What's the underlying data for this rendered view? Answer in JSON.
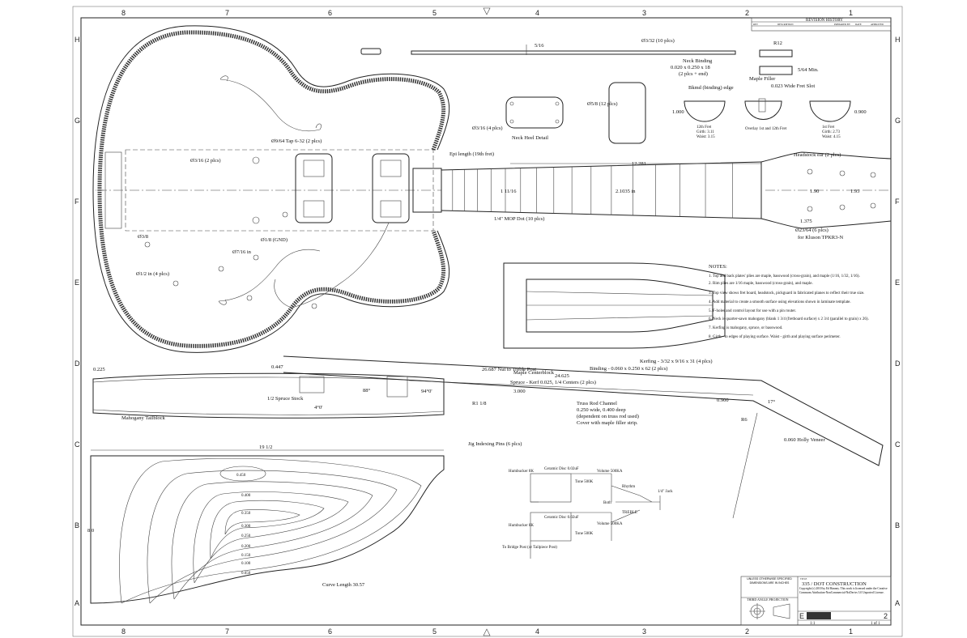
{
  "sheet": {
    "columns": [
      "8",
      "7",
      "6",
      "5",
      "4",
      "3",
      "2",
      "1"
    ],
    "rows": [
      "H",
      "G",
      "F",
      "E",
      "D",
      "C",
      "B",
      "A"
    ]
  },
  "revision": {
    "title": "REVISION HISTORY",
    "headers": [
      "REV",
      "DESCRIPTION",
      "PREPARED BY",
      "DATE",
      "APPROVED"
    ]
  },
  "labels": {
    "dim_5_16": "5/16",
    "dia_3_32": "Ø3/32 (10 plcs)",
    "neck_binding": "Neck Binding",
    "neck_binding_size": "0.020 x 0.250 x 18",
    "neck_binding_qty": "(2 plcs + end)",
    "r12": "R12",
    "min_5_64": "5/64 Min.",
    "maple_filler": "Maple Filler",
    "fret_slot": "0.023 Wide Fret Slot",
    "bkmd_edge": "Bkmd (binding) edge",
    "dim_1_000": "1.000",
    "dim_0_900": "0.900",
    "fret_12": "12th Fret",
    "girth_12": "Girth: 3.11",
    "waist_12": "Waist: 3.15",
    "overlay": "Overlay 1st and 12th Fret",
    "fret_1": "1st Fret",
    "girth_1": "Girth: 2.73",
    "waist_1": "Waist: 4.15",
    "neck_heel": "Neck Heel Detail",
    "dia_3_16_4": "Ø3/16 (4 plcs)",
    "dia_5_8": "Ø5/8 (12 plcs)",
    "tap": "Ø9/64 Tap 6-32 (2 plcs)",
    "dia_3_16_2": "Ø3/16 (2 plcs)",
    "gnd": "Ø1/8 (GND)",
    "dia_7_16": "Ø7/16 in",
    "dia_1_2": "Ø1/2 in (4 plcs)",
    "dia_3_8": "Ø3/8",
    "epi_length": "Epi length (19th fret)",
    "mop_dot": "1/4\" MOP Dot (10 plcs)",
    "dim_12_281": "12.281",
    "dim_2_1035": "2.1035 in",
    "dim_1_11_16": "1 11/16",
    "headstock_ear": "Headstock ear (2 plcs)",
    "dim_1_90": "1.90",
    "dim_1_95": "1.95",
    "dim_1_375": "1.375",
    "dia_23_64": "Ø23/64 (6 plcs)",
    "for_kluson": "for Kluson TPKR3-N",
    "kerfing": "Kerfing - 3/32 x 9/16 x 31 (4 plcs)",
    "binding": "Binding - 0.060 x 0.250 x 62 (2 plcs)",
    "maple_centerblock": "Maple Centerblock",
    "spruce_kerf": "Spruce - Kerf 0.025, 1/4 Centers (2 plcs)",
    "dim_0_225": "0.225",
    "dim_0_447": "0.447",
    "nut_to_treble": "26.687 Nut to Treble Post",
    "dim_24_625": "24.625",
    "dim_3_000": "3.000",
    "dim_0_900b": "0.900",
    "angle_17": "17°",
    "angle_88": "88°",
    "angle_4": "4°0'",
    "angle_94": "94°0'",
    "spruce_stock": "1/2 Spruce Stock",
    "mahogany_tailblock": "Mahogany Tailblock",
    "r6": "R6",
    "r1_1_8": "R1 1/8",
    "truss_rod": "Truss Rod Channel",
    "truss_rod_2": "0.250 wide, 0.400 deep",
    "truss_rod_3": "(dependent on truss rod used)",
    "truss_rod_4": "Cover with maple filler strip.",
    "holly_veneer": "0.060 Holly Veneer",
    "dim_19_1_2": "19 1/2",
    "jig_pins": "Jig Indexing Pins (6 plcs)",
    "dim_8_0": "8.0",
    "curve_length": "Curve Length 30.57",
    "contours": [
      "0.450",
      "0.400",
      "0.350",
      "0.300",
      "0.250",
      "0.200",
      "0.150",
      "0.100",
      "0.050"
    ]
  },
  "notes": {
    "title": "NOTES:",
    "items": [
      "1. Top and back plates' plies are maple, basswood (cross-grain), and maple (1/16, 1/32, 1/16).",
      "2. Rim plies are 1/16 maple, basswood (cross-grain), and maple.",
      "3. Top view shows fret board, headstock, pickguard in fabricated planes to reflect their true size.",
      "4. Add material to create a smooth surface using elevations shown in laminate template.",
      "5. F-holes and control layout for use with a pin router.",
      "6. Neck is quarter-sawn mahogany (blank 1 3/4 (fretboard surface) x 2 3/4 (parallel to grain) x 26).",
      "7. Kerfing is mahogany, spruce, or basswood.",
      "8. Girth - to edges of playing surface. Waist - girth and playing surface perimeter."
    ]
  },
  "wiring": {
    "humbucker1": "Humbucker 8K",
    "ceramic1": "Ceramic Disc 0.02uF",
    "tone1": "Tone 500K",
    "volume1": "Volume 500KA",
    "rhythm": "Rhythm",
    "jack": "1/4\" Jack",
    "both": "Both",
    "treble": "TREBLE",
    "humbucker2": "Humbucker 8K",
    "ceramic2": "Ceramic Disc 0.02uF",
    "tone2": "Tone 500K",
    "volume2": "Volume 500KA",
    "bridge_post": "To Bridge Post (or Tailpiece Post)"
  },
  "title_block": {
    "tolerances": "UNLESS OTHERWISE SPECIFIED DIMENSIONS ARE IN INCHES",
    "projection": "THIRD ANGLE PROJECTION",
    "title_label": "TITLE",
    "title": "335 / DOT CONSTRUCTION",
    "copyright": "Copyright (c) 2010 by Ed Hanney. This work is licensed under the Creative Commons Attribution-NonCommercial-NoDerivs 3.0 Unported License.",
    "size": "E",
    "rev": "2",
    "scale": "1:1",
    "sheet": "1 of 1"
  }
}
